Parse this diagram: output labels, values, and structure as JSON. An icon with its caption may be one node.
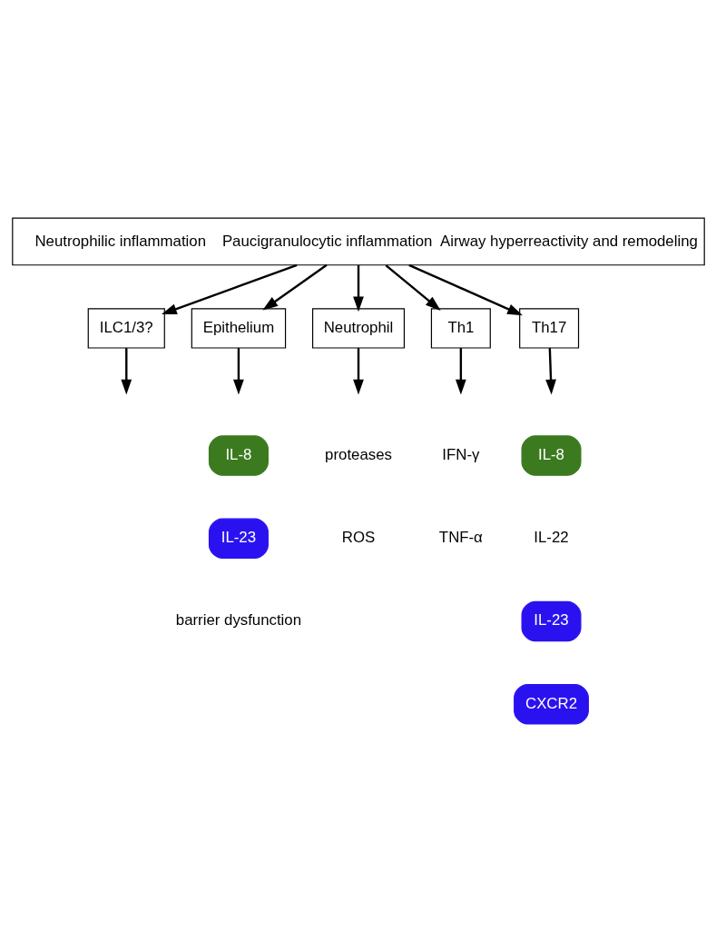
{
  "diagram": {
    "nodes": [
      {
        "text": [
          "Neutrophilic inflammation",
          "Paucigranulocytic inflammation",
          "Airway hyperreactivity and remodeling"
        ]
      },
      {
        "text": [
          "ILC1/3?"
        ]
      },
      {
        "text": [
          "Epithelium"
        ]
      },
      {
        "text": [
          "Neutrophil"
        ]
      },
      {
        "text": [
          "Th1"
        ]
      },
      {
        "text": [
          "Th17"
        ]
      },
      {
        "text": [
          "IL-8"
        ]
      },
      {
        "text": [
          "IL-23"
        ]
      },
      {
        "text": [
          "IL-8"
        ]
      },
      {
        "text": [
          "IL-23"
        ]
      },
      {
        "text": [
          "CXCR2"
        ]
      }
    ],
    "edges": [
      {
        "from": 0,
        "to": 1,
        "arrow": "to"
      },
      {
        "from": 0,
        "to": 2,
        "arrow": "to"
      },
      {
        "from": 0,
        "to": 3,
        "arrow": "to"
      },
      {
        "from": 0,
        "to": 4,
        "arrow": "to"
      },
      {
        "from": 0,
        "to": 5,
        "arrow": "to"
      },
      {
        "from": 1,
        "to": null,
        "arrow": "to"
      },
      {
        "from": 2,
        "to": null,
        "arrow": "to"
      },
      {
        "from": 3,
        "to": null,
        "arrow": "to"
      },
      {
        "from": 4,
        "to": null,
        "arrow": "to"
      },
      {
        "from": 5,
        "to": null,
        "arrow": "to"
      }
    ],
    "labels": [
      "proteases",
      "IFN-γ",
      "ROS",
      "TNF-α",
      "IL-22",
      "barrier dysfunction"
    ]
  }
}
